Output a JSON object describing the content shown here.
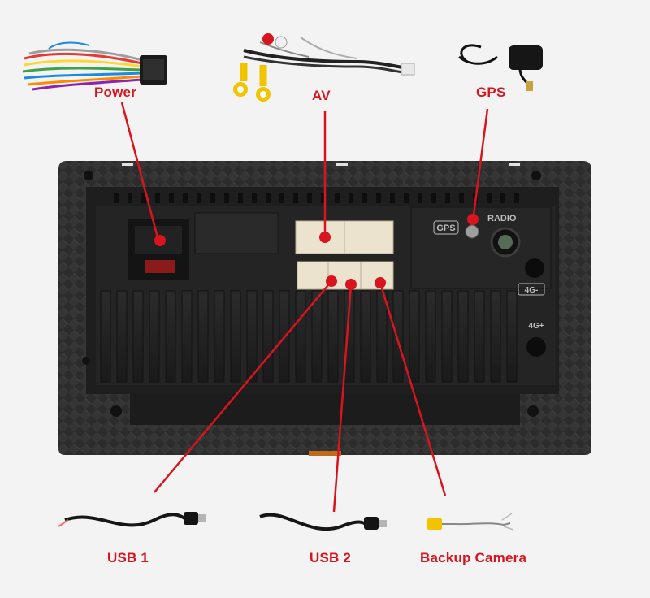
{
  "labels": {
    "power": "Power",
    "av": "AV",
    "gps": "GPS",
    "usb1": "USB 1",
    "usb2": "USB 2",
    "backup_camera": "Backup Camera"
  },
  "panel_text": {
    "gps_tag": "GPS",
    "radio_tag": "RADIO",
    "fourg_minus": "4G-",
    "fourg_plus": "4G+"
  },
  "colors": {
    "label_red": "#d8151f",
    "pointer_red": "#d8151f",
    "chassis": "#2a2a2a",
    "connector_beige": "#ece3cf",
    "rca_yellow": "#f2c400",
    "rca_red": "#d8151f"
  }
}
